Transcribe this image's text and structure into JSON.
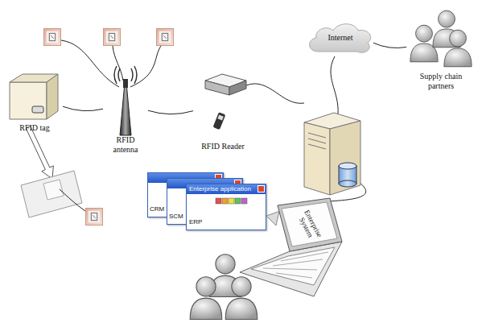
{
  "diagram": {
    "nodes": [
      {
        "text": [
          "RFID tag"
        ]
      },
      {
        "text": [
          "RFID antenna"
        ]
      },
      {
        "text": [
          "RFID Reader"
        ]
      },
      {
        "text": [
          "Internet"
        ]
      },
      {
        "text": [
          "Supply chain partners"
        ]
      },
      {
        "text": [
          "Enterprise System"
        ]
      },
      {
        "text": [
          "CRM"
        ]
      },
      {
        "text": [
          "SCM"
        ]
      },
      {
        "text": [
          "Enterprise application",
          "ERP"
        ]
      }
    ],
    "edges": [
      {
        "from": 0,
        "to": 1,
        "arrow": "none"
      },
      {
        "from": 1,
        "to": 2,
        "arrow": "none"
      },
      {
        "from": 3,
        "to": 4,
        "arrow": "none"
      },
      {
        "from": 5,
        "to": 8,
        "arrow": "to"
      }
    ]
  }
}
